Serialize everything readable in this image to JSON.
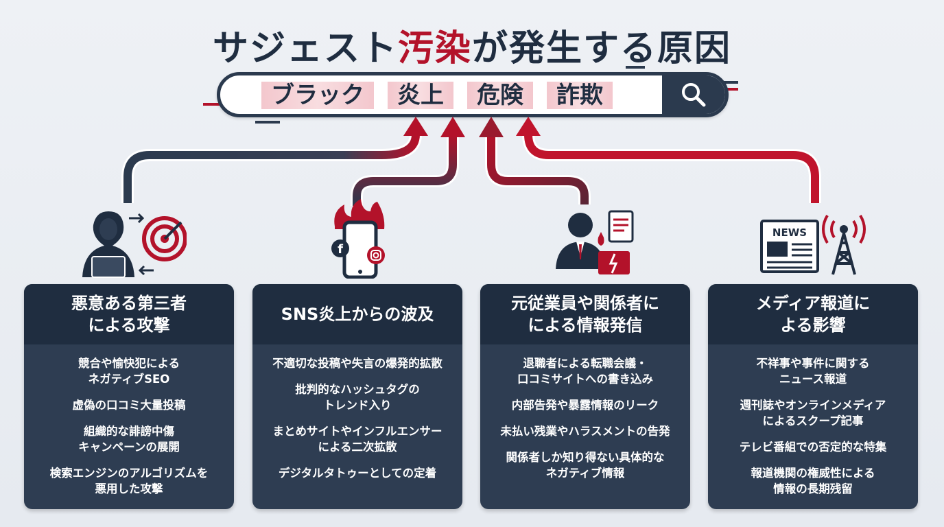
{
  "title": {
    "part1": "サジェスト",
    "accent": "汚染",
    "part2": "が発生する原因"
  },
  "search": {
    "terms": [
      "ブラック",
      "炎上",
      "危険",
      "詐欺"
    ]
  },
  "icons": {
    "hacker": "hooded-hacker-icon",
    "sns": "smartphone-fire-icon",
    "insider": "businessman-document-icon",
    "media": "news-tower-icon"
  },
  "colors": {
    "navy": "#1f2d40",
    "red": "#b3122a",
    "highlight": "#f3c7cd"
  },
  "cards": [
    {
      "title": "悪意ある第三者\nによる攻撃",
      "items": [
        "競合や愉快犯による\nネガティブSEO",
        "虚偽の口コミ大量投稿",
        "組織的な誹謗中傷\nキャンペーンの展開",
        "検索エンジンのアルゴリズムを\n悪用した攻撃"
      ]
    },
    {
      "title": "SNS炎上からの波及",
      "items": [
        "不適切な投稿や失言の爆発的拡散",
        "批判的なハッシュタグの\nトレンド入り",
        "まとめサイトやインフルエンサー\nによる二次拡散",
        "デジタルタトゥーとしての定着"
      ]
    },
    {
      "title": "元従業員や関係者に\nによる情報発信",
      "items": [
        "退職者による転職会議・\n口コミサイトへの書き込み",
        "内部告発や暴露情報のリーク",
        "未払い残業やハラスメントの告発",
        "関係者しか知り得ない具体的な\nネガティブ情報"
      ]
    },
    {
      "title": "メディア報道に\nよる影響",
      "items": [
        "不祥事や事件に関する\nニュース報道",
        "週刊誌やオンラインメディア\nによるスクープ記事",
        "テレビ番組での否定的な特集",
        "報道機関の権威性による\n情報の長期残留"
      ]
    }
  ]
}
